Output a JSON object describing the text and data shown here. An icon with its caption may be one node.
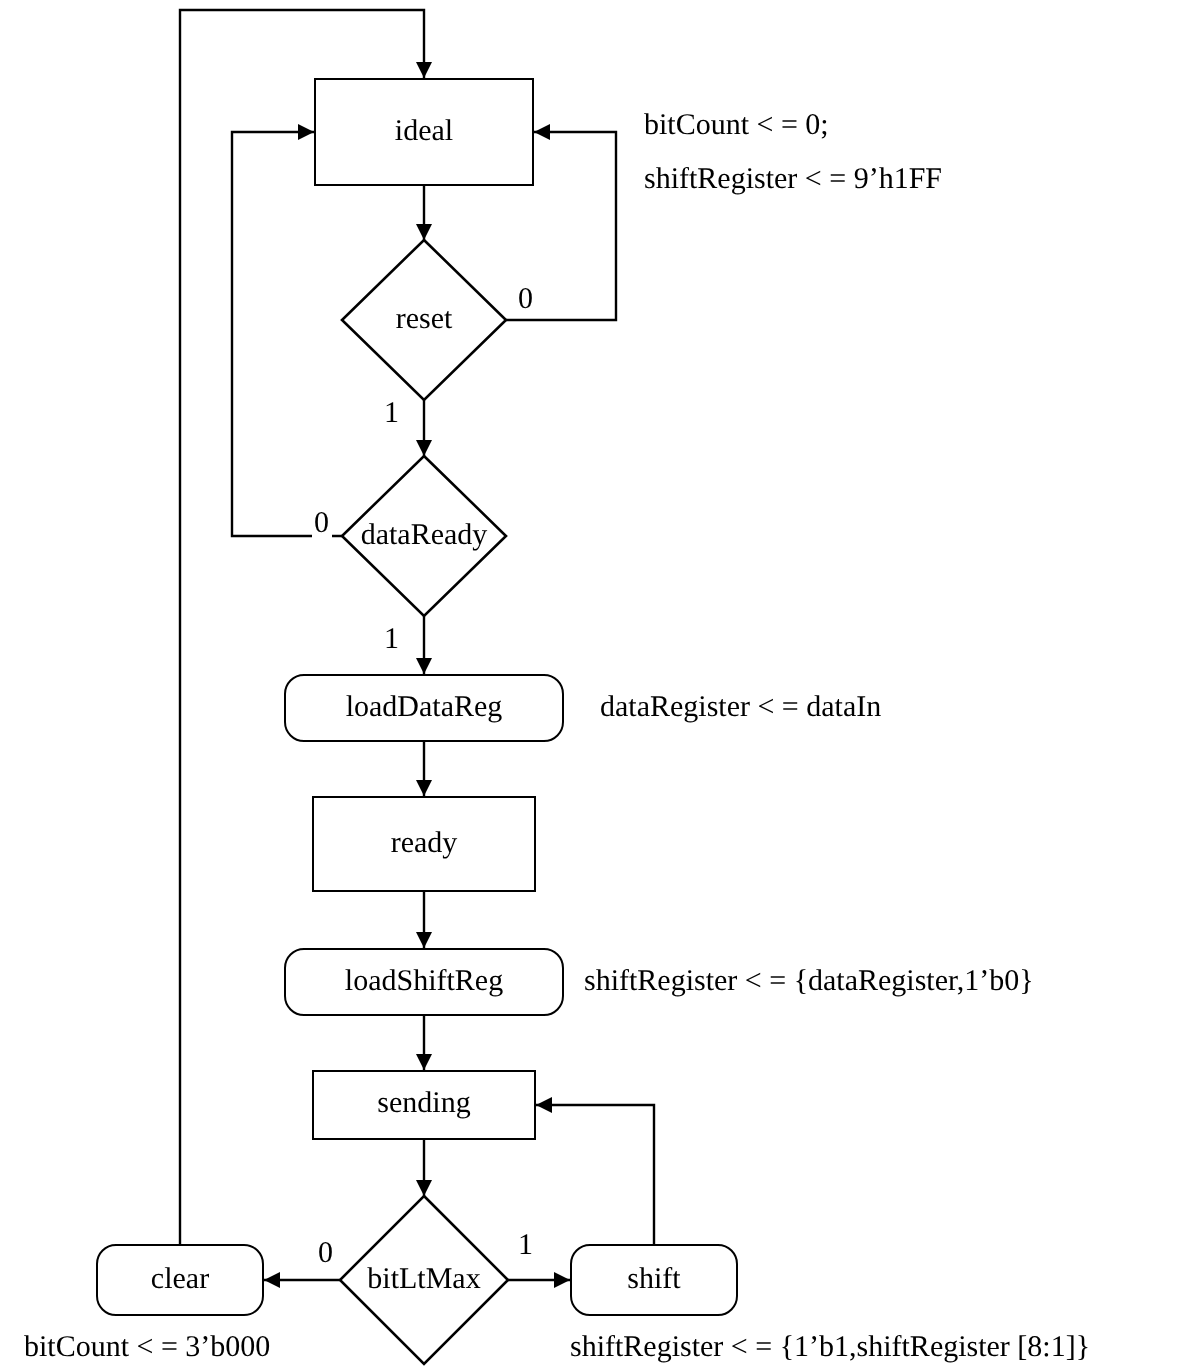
{
  "diagram": {
    "nodes": [
      {
        "text": [
          "ideal"
        ],
        "beside": [
          "bitCount < = 0;",
          "shiftRegister < = 9’h1FF"
        ]
      },
      {
        "text": [
          "reset"
        ]
      },
      {
        "text": [
          "dataReady"
        ]
      },
      {
        "text": [
          "loadDataReg"
        ],
        "beside": [
          "dataRegister < = dataIn"
        ]
      },
      {
        "text": [
          "ready"
        ]
      },
      {
        "text": [
          "loadShiftReg"
        ],
        "beside": [
          "shiftRegister < = {dataRegister,1’b0}"
        ]
      },
      {
        "text": [
          "sending"
        ]
      },
      {
        "text": [
          "bitLtMax"
        ]
      },
      {
        "text": [
          "clear"
        ],
        "beside": [
          "bitCount < = 3’b000"
        ]
      },
      {
        "text": [
          "shift"
        ],
        "beside": [
          "shiftRegister < = {1’b1,shiftRegister [8:1]}"
        ]
      }
    ],
    "edges": [
      {
        "from": 0,
        "to": 1,
        "arrow": "to"
      },
      {
        "from": 1,
        "to": 0,
        "arrow": "to",
        "label": "0"
      },
      {
        "from": 1,
        "to": 2,
        "arrow": "to",
        "label": "1"
      },
      {
        "from": 2,
        "to": 0,
        "arrow": "to",
        "label": "0"
      },
      {
        "from": 2,
        "to": 3,
        "arrow": "to",
        "label": "1"
      },
      {
        "from": 3,
        "to": 4,
        "arrow": "to"
      },
      {
        "from": 4,
        "to": 5,
        "arrow": "to"
      },
      {
        "from": 5,
        "to": 6,
        "arrow": "to"
      },
      {
        "from": 6,
        "to": 7,
        "arrow": "to"
      },
      {
        "from": 7,
        "to": 8,
        "arrow": "to",
        "label": "0"
      },
      {
        "from": 7,
        "to": 9,
        "arrow": "to",
        "label": "1"
      },
      {
        "from": 9,
        "to": 6,
        "arrow": "to"
      },
      {
        "from": 8,
        "to": 0,
        "arrow": "to"
      }
    ]
  }
}
